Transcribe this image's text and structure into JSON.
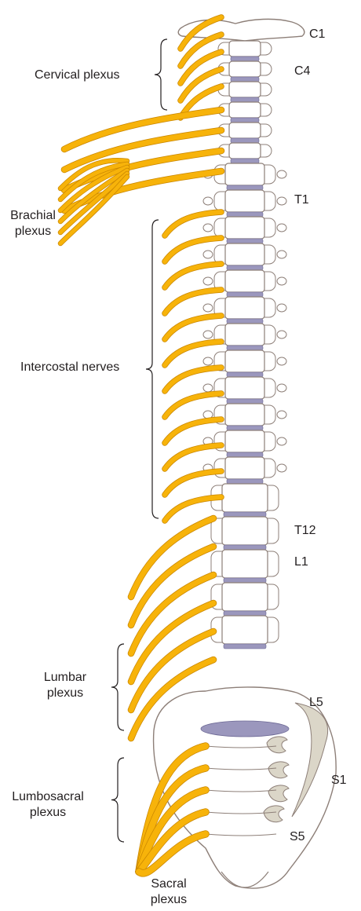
{
  "labels": {
    "cervical_plexus": "Cervical plexus",
    "brachial_plexus_1": "Brachial",
    "brachial_plexus_2": "plexus",
    "intercostal_nerves": "Intercostal nerves",
    "lumbar_plexus_1": "Lumbar",
    "lumbar_plexus_2": "plexus",
    "lumbosacral_plexus_1": "Lumbosacral",
    "lumbosacral_plexus_2": "plexus",
    "sacral_plexus_1": "Sacral",
    "sacral_plexus_2": "plexus"
  },
  "vertebra_labels": {
    "c1": "C1",
    "c4": "C4",
    "t1": "T1",
    "t12": "T12",
    "l1": "L1",
    "l5": "L5",
    "s1": "S1",
    "s5": "S5"
  },
  "colors": {
    "nerve": "#f7b30a",
    "nerve_edge": "#c98600",
    "bone": "#ffffff",
    "bone_outline": "#8d7f78",
    "disc": "#9b97bd",
    "disc_edge": "#6d6995",
    "sacral_shade": "#dbd6c8",
    "bracket": "#231f20",
    "text": "#231f20"
  }
}
